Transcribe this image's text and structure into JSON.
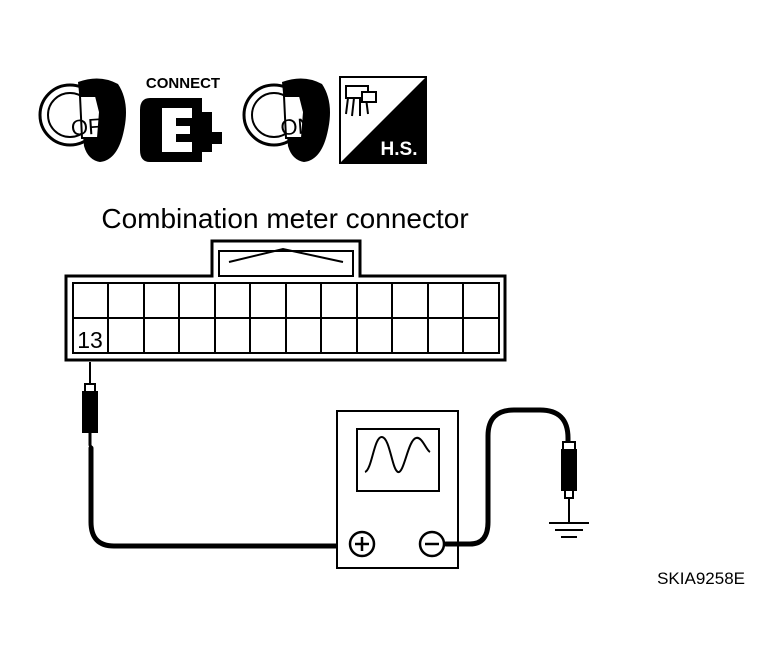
{
  "icons": {
    "key_off_label": "OFF",
    "connect_label": "CONNECT",
    "key_on_label": "ON",
    "hs_label": "H.S."
  },
  "connector": {
    "title": "Combination meter connector",
    "pin_label": "13"
  },
  "figure_id": "SKIA9258E"
}
